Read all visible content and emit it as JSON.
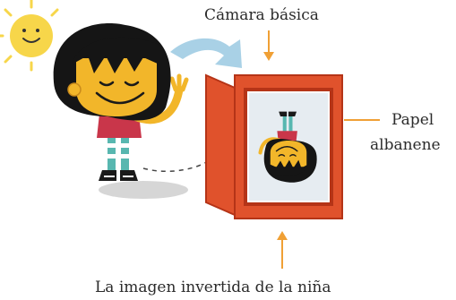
{
  "labels": {
    "camera": "Cámara básica",
    "paper_line1": "Papel",
    "paper_line2": "albanene",
    "caption": "La imagen invertida de la niña"
  },
  "colors": {
    "sun": "#f7d64a",
    "hair": "#151515",
    "skin": "#f2b62a",
    "shirt": "#c9364a",
    "pants": "#58b7b0",
    "box_outer": "#e0522c",
    "box_dark": "#b53417",
    "screen": "#e6ecf1",
    "arrow_blue": "#a9d1e6",
    "pointer_orange": "#f0a035",
    "shadow": "#d6d6d6"
  },
  "icons": [
    "sun-icon",
    "girl-illustration",
    "camera-box",
    "inverted-image",
    "curved-arrow-icon"
  ]
}
